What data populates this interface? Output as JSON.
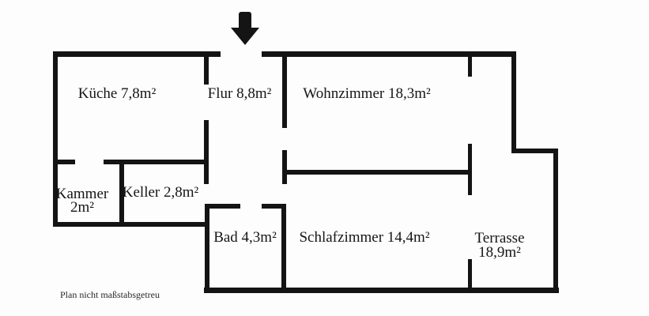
{
  "floorplan": {
    "rooms": {
      "kueche": {
        "label": "Küche 7,8m²"
      },
      "flur": {
        "label": "Flur 8,8m²"
      },
      "wohnzimmer": {
        "label": "Wohnzimmer 18,3m²"
      },
      "kammer": {
        "line1": "Kammer",
        "line2": "2m²"
      },
      "keller": {
        "label": "Keller 2,8m²"
      },
      "bad": {
        "label": "Bad 4,3m²"
      },
      "schlafzimmer": {
        "label": "Schlafzimmer 14,4m²"
      },
      "terrasse": {
        "line1": "Terrasse",
        "line2": "18,9m²"
      }
    },
    "footnote": "Plan nicht maßstabsgetreu",
    "icons": {
      "entrance": "down-arrow"
    },
    "colors": {
      "wall": "#141414",
      "background": "#fdfdfd",
      "text": "#161616"
    }
  }
}
